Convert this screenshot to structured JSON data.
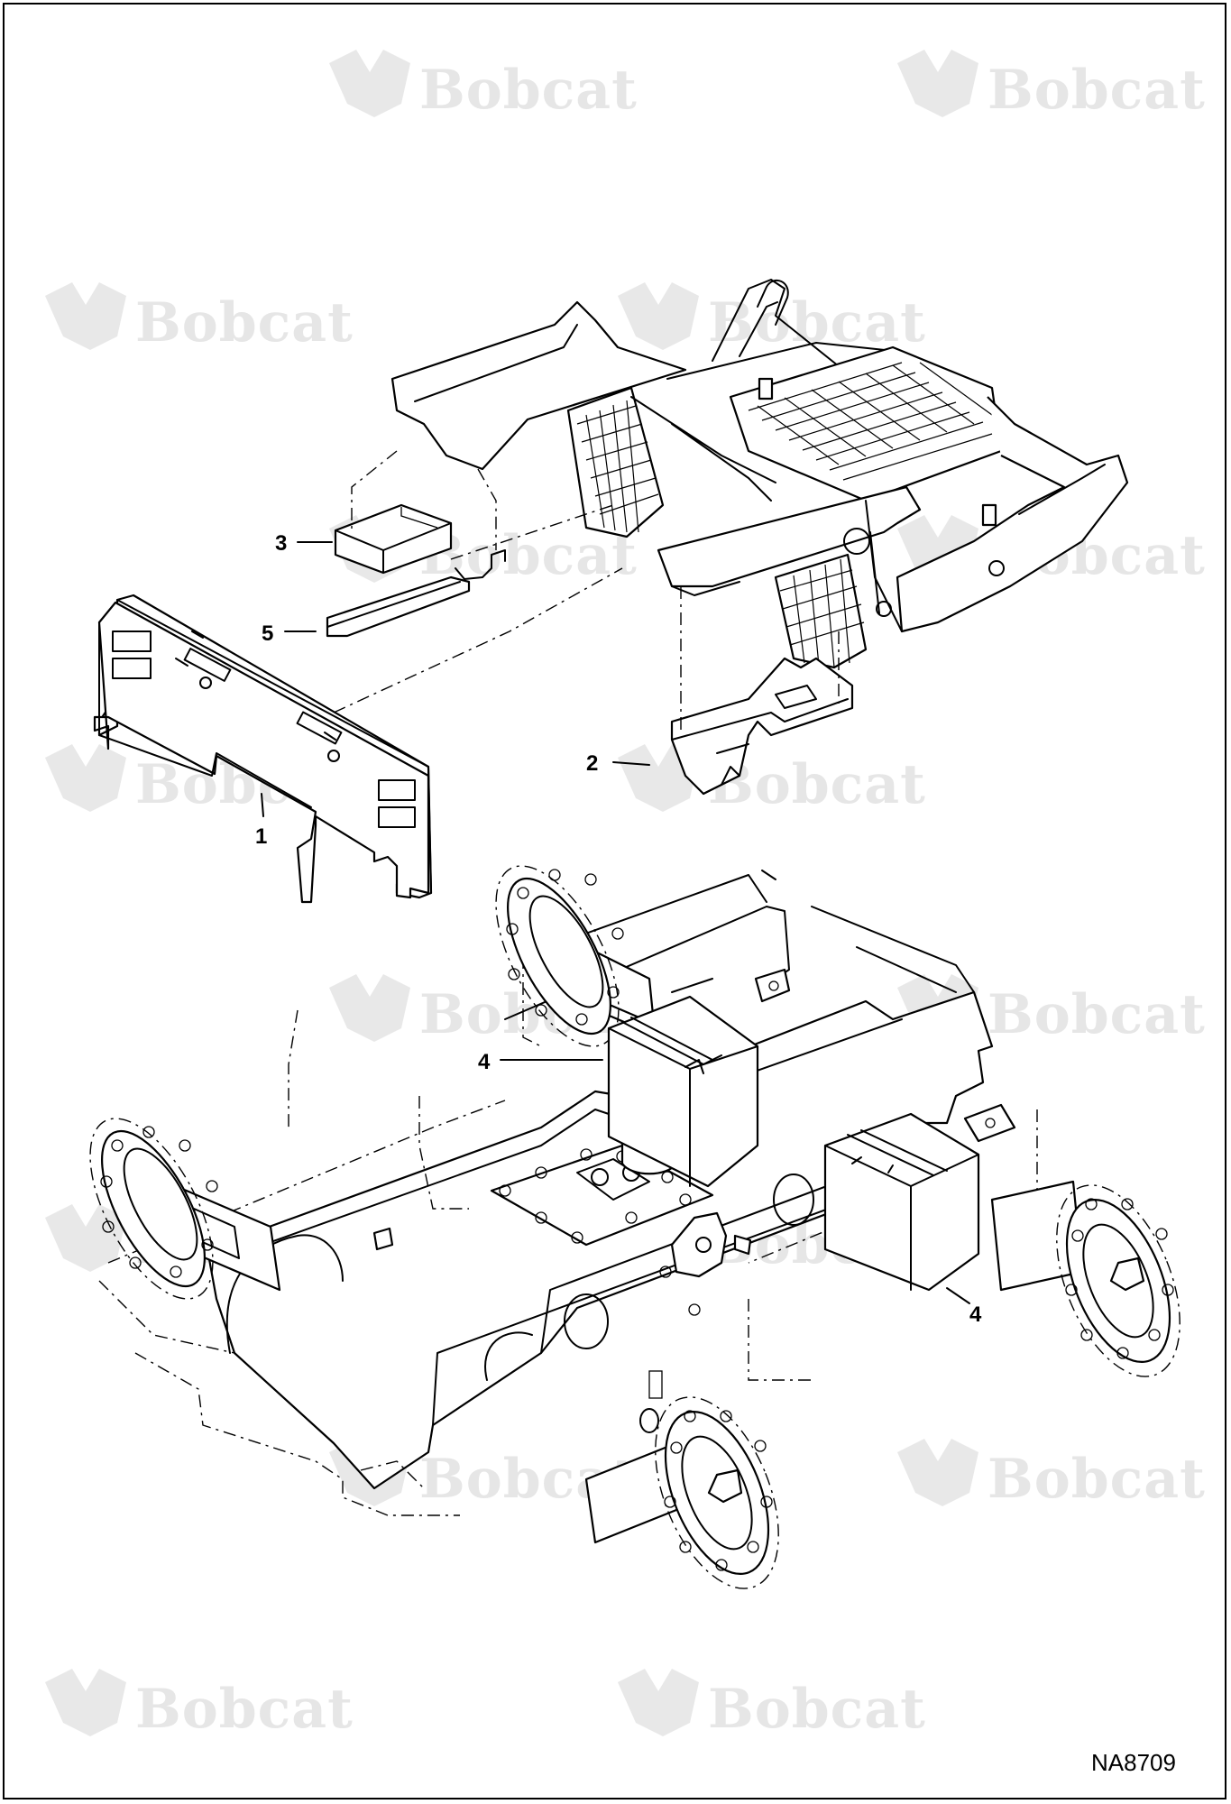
{
  "watermark": {
    "brand": "Bobcat"
  },
  "callouts": {
    "c1": "1",
    "c2": "2",
    "c3": "3",
    "c4a": "4",
    "c4b": "4",
    "c5": "5"
  },
  "drawing_code": "NA8709"
}
